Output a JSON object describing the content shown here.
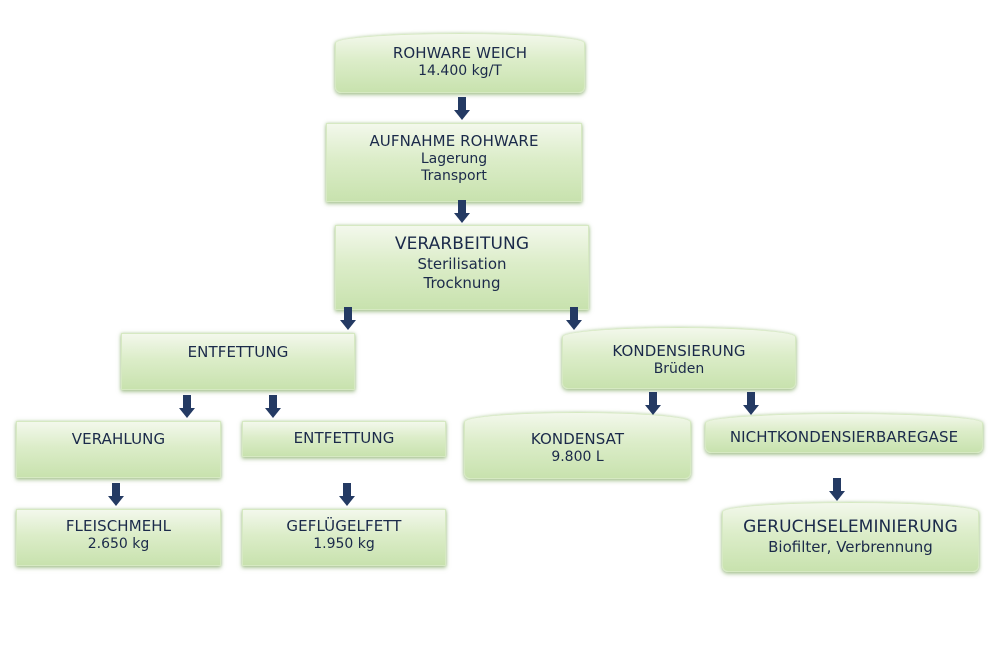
{
  "diagram": {
    "colors": {
      "box_top": "#f3f8ec",
      "box_bottom": "#c8e2ae",
      "text": "#1b2a4a",
      "arrow": "#243a63",
      "background": "#ffffff"
    },
    "nodes": {
      "rohware": {
        "title": "ROHWARE WEICH",
        "lines": [
          "14.400 kg/T"
        ]
      },
      "aufnahme": {
        "title": "AUFNAHME ROHWARE",
        "lines": [
          "Lagerung",
          "Transport"
        ]
      },
      "verarbeitung": {
        "title": "VERARBEITUNG",
        "lines": [
          "Sterilisation",
          "Trocknung"
        ]
      },
      "entfettung1": {
        "title": "ENTFETTUNG",
        "lines": []
      },
      "kondensierung": {
        "title": "KONDENSIERUNG",
        "lines": [
          "Brüden"
        ]
      },
      "verahlung": {
        "title": "VERAHLUNG",
        "lines": []
      },
      "entfettung2": {
        "title": "ENTFETTUNG",
        "lines": []
      },
      "kondensat": {
        "title": "KONDENSAT",
        "lines": [
          "9.800 L"
        ]
      },
      "nichtkondensierbar": {
        "title": "NICHTKONDENSIERBAREGASE",
        "lines": []
      },
      "fleischmehl": {
        "title": "FLEISCHMEHL",
        "lines": [
          "2.650 kg"
        ]
      },
      "gefluegelfett": {
        "title": "GEFLÜGELFETT",
        "lines": [
          "1.950 kg"
        ]
      },
      "geruch": {
        "title": "GERUCHSELEMINIERUNG",
        "lines": [
          "Biofilter, Verbrennung"
        ]
      }
    },
    "edges": [
      [
        "rohware",
        "aufnahme"
      ],
      [
        "aufnahme",
        "verarbeitung"
      ],
      [
        "verarbeitung",
        "entfettung1"
      ],
      [
        "verarbeitung",
        "kondensierung"
      ],
      [
        "entfettung1",
        "verahlung"
      ],
      [
        "entfettung1",
        "entfettung2"
      ],
      [
        "kondensierung",
        "kondensat"
      ],
      [
        "kondensierung",
        "nichtkondensierbar"
      ],
      [
        "verahlung",
        "fleischmehl"
      ],
      [
        "entfettung2",
        "gefluegelfett"
      ],
      [
        "nichtkondensierbar",
        "geruch"
      ]
    ]
  }
}
